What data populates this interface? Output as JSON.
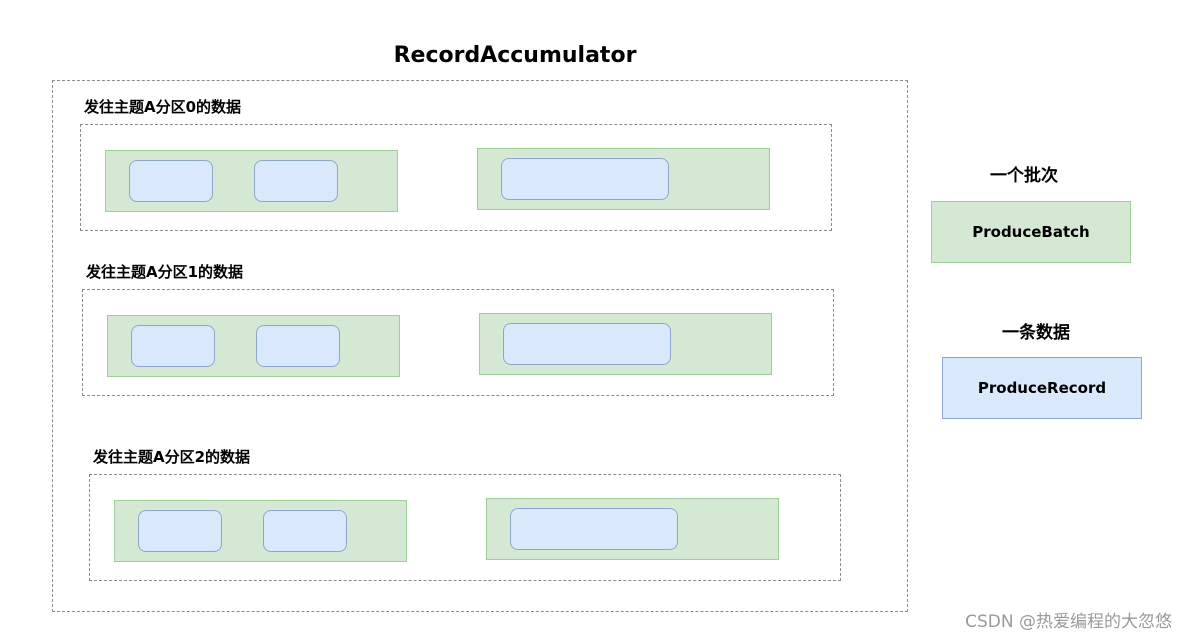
{
  "title": "RecordAccumulator",
  "partitions": [
    {
      "label": "发往主题A分区0的数据"
    },
    {
      "label": "发往主题A分区1的数据"
    },
    {
      "label": "发往主题A分区2的数据"
    }
  ],
  "legend": {
    "batch_label": "一个批次",
    "batch_box": "ProduceBatch",
    "record_label": "一条数据",
    "record_box": "ProduceRecord"
  },
  "watermark": "CSDN @热爱编程的大忽悠",
  "colors": {
    "batch_fill": "#d5e8d4",
    "batch_stroke": "#9dcf96",
    "record_fill": "#dae8fc",
    "record_stroke": "#8ea6c9",
    "dashed_border": "#8a8a8a"
  }
}
